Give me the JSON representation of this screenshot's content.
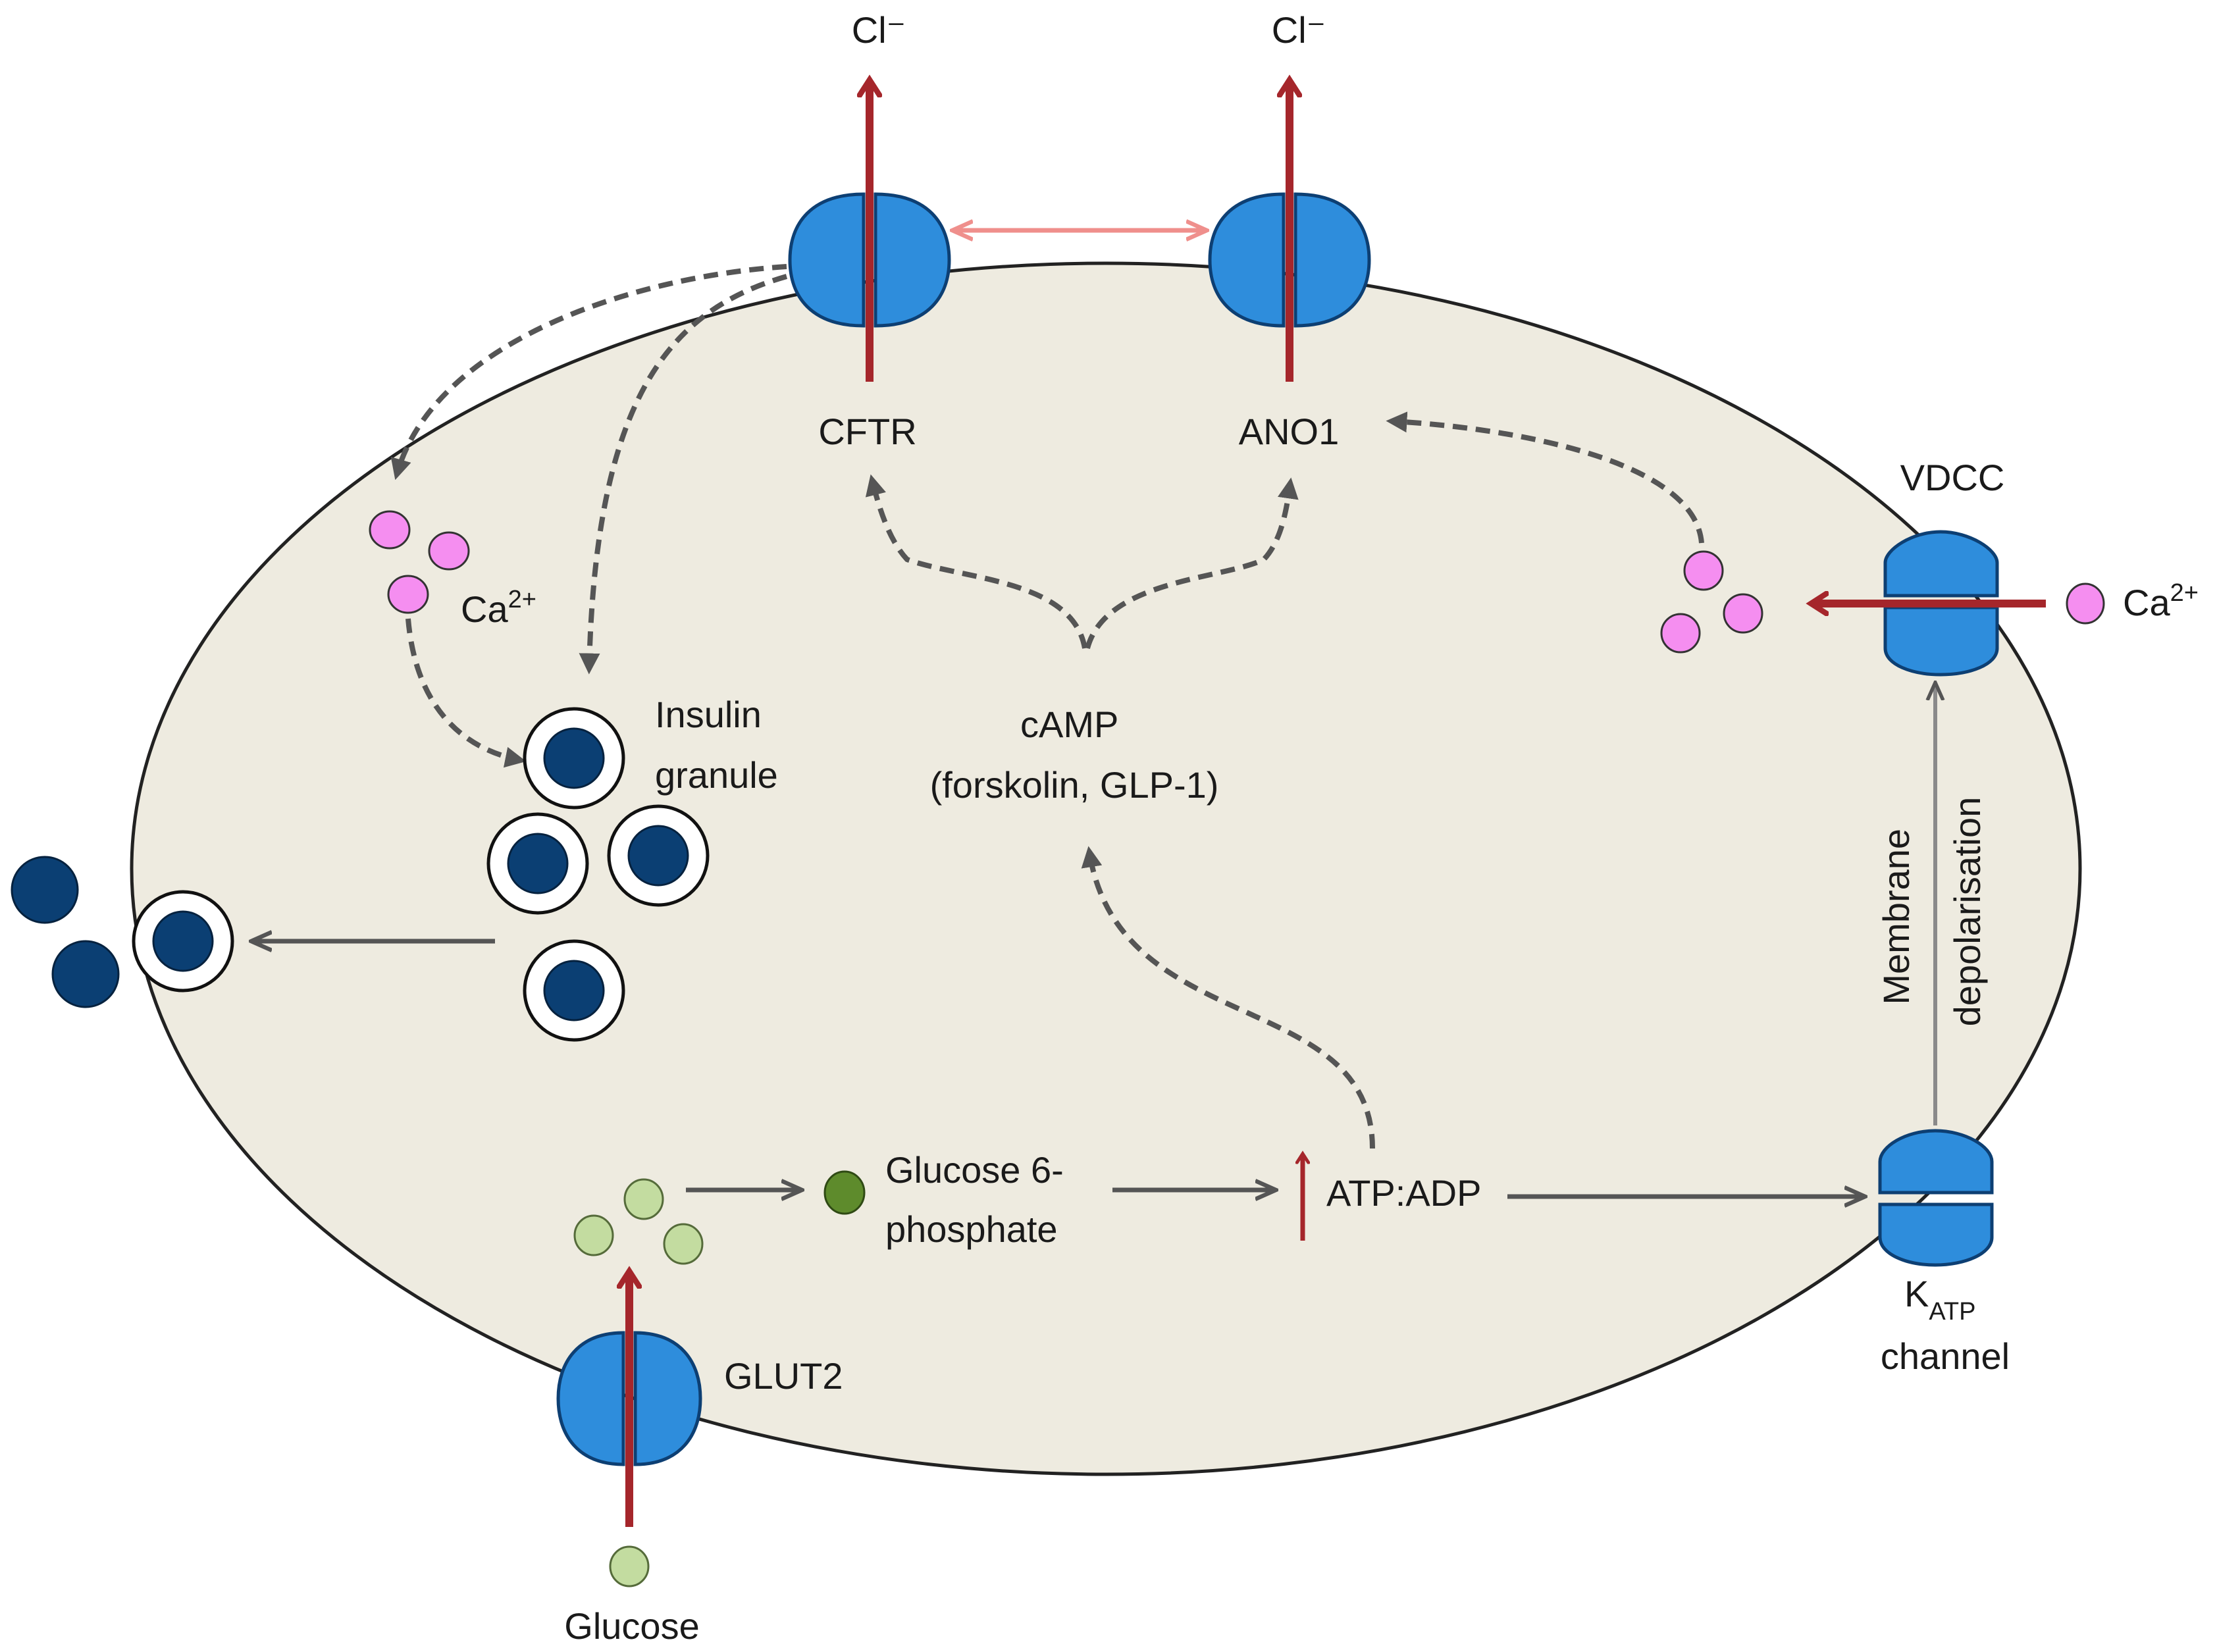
{
  "colors": {
    "cell_fill": "#eeebe0",
    "cell_stroke": "#222222",
    "channel_fill": "#2e8ddc",
    "channel_stroke": "#0d3f73",
    "flux_arrow": "#a5262b",
    "interaction_arrow": "#ef8f8c",
    "pathway_arrow": "#555555",
    "calcium": "#f58ef0",
    "glucose": "#c3dca0",
    "glucose_6_phosphate": "#5e8b2c",
    "insulin": "#0b3f73"
  },
  "labels": {
    "cl_left": "Cl⁻",
    "cl_right": "Cl⁻",
    "cftr": "CFTR",
    "ano1": "ANO1",
    "vdcc": "VDCC",
    "ca_left_base": "Ca",
    "ca_left_sup": "2+",
    "ca_right_base": "Ca",
    "ca_right_sup": "2+",
    "insulin_line1": "Insulin",
    "insulin_line2": "granule",
    "camp_line1": "cAMP",
    "camp_line2": "(forskolin, GLP-1)",
    "membrane_line1": "Membrane",
    "membrane_line2": "depolarisation",
    "g6p_line1": "Glucose 6-",
    "g6p_line2": "phosphate",
    "atp_adp": "ATP:ADP",
    "glut2": "GLUT2",
    "katp_base": "K",
    "katp_sub": "ATP",
    "katp_line2": "channel",
    "glucose": "Glucose"
  },
  "icons": {
    "channel": "membrane-channel-icon",
    "calcium": "calcium-ion-icon",
    "glucose": "glucose-molecule-icon",
    "insulin": "insulin-granule-icon"
  }
}
